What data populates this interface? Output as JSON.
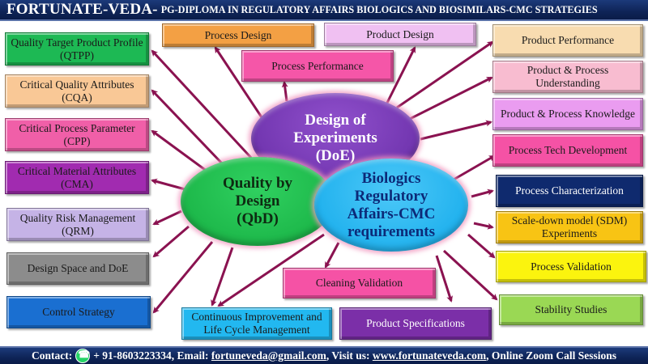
{
  "header": {
    "brand": "FORTUNATE-VEDA-",
    "subtitle": "PG-DIPLOMA IN REGULATORY AFFAIRS BIOLOGICS AND BIOSIMILARS-CMC STRATEGIES"
  },
  "center": {
    "doe": "Design of Experiments (DoE)",
    "qbd": "Quality by Design (QbD)",
    "cmc": "Biologics Regulatory Affairs-CMC requirements"
  },
  "left_boxes": [
    {
      "label": "Quality Target Product Profile (QTPP)",
      "color": "#1db954"
    },
    {
      "label": "Critical Quality Attributes (CQA)",
      "color": "#f9c896"
    },
    {
      "label": "Critical Process Parameter (CPP)",
      "color": "#f05fa8"
    },
    {
      "label": "Critical Material Attributes (CMA)",
      "color": "#a12bb0"
    },
    {
      "label": "Quality Risk Management (QRM)",
      "color": "#c5b3e6"
    },
    {
      "label": "Design Space and DoE",
      "color": "#8c8c8c"
    },
    {
      "label": "Control Strategy",
      "color": "#1a6fd1"
    }
  ],
  "top_boxes": [
    {
      "label": "Process Design",
      "color": "#f3a044"
    },
    {
      "label": "Product Design",
      "color": "#f0c0f2"
    },
    {
      "label": "Process Performance",
      "color": "#f556a8"
    }
  ],
  "right_boxes": [
    {
      "label": "Product Performance",
      "color": "#f8dcb0"
    },
    {
      "label": "Product & Process Understanding",
      "color": "#f8bcd0"
    },
    {
      "label": "Product & Process Knowledge",
      "color": "#ea9cf0"
    },
    {
      "label": "Process Tech Development",
      "color": "#f552a5"
    },
    {
      "label": "Process Characterization",
      "color": "#0f2a6e"
    },
    {
      "label": "Scale-down model (SDM) Experiments",
      "color": "#f8c414"
    },
    {
      "label": "Process Validation",
      "color": "#fbf40e"
    },
    {
      "label": "Stability Studies",
      "color": "#9ad854"
    }
  ],
  "bottom_boxes": [
    {
      "label": "Cleaning Validation",
      "color": "#f552a5"
    },
    {
      "label": "Continuous Improvement and Life Cycle Management",
      "color": "#22b8f0"
    },
    {
      "label": "Product Specifications",
      "color": "#7b2fa8"
    }
  ],
  "footer": {
    "contact_label": "Contact:",
    "phone": "+ 91-8603223334, Email:",
    "email": "fortuneveda@gmail.com",
    "visit": ", Visit us:",
    "website": "www.fortunateveda.com",
    "tail": ", Online Zoom Call Sessions",
    "icon": "whatsapp-icon"
  },
  "colors": {
    "arrow": "#8a1250",
    "header_bg": "#0e2457",
    "doe": "#7b3db5",
    "qbd": "#1dbf50",
    "cmc": "#22b6f0"
  }
}
